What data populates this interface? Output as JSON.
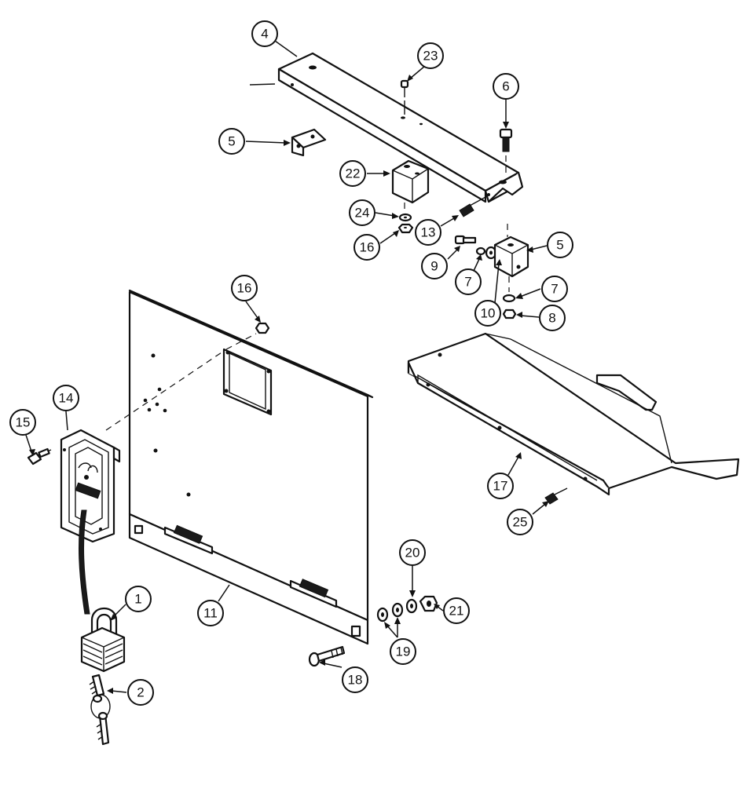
{
  "callouts": [
    {
      "id": "c4",
      "label": "4"
    },
    {
      "id": "c23",
      "label": "23"
    },
    {
      "id": "c6",
      "label": "6"
    },
    {
      "id": "c5a",
      "label": "5"
    },
    {
      "id": "c22",
      "label": "22"
    },
    {
      "id": "c24",
      "label": "24"
    },
    {
      "id": "c16a",
      "label": "16"
    },
    {
      "id": "c13",
      "label": "13"
    },
    {
      "id": "c9",
      "label": "9"
    },
    {
      "id": "c7a",
      "label": "7"
    },
    {
      "id": "c5b",
      "label": "5"
    },
    {
      "id": "c7b",
      "label": "7"
    },
    {
      "id": "c10",
      "label": "10"
    },
    {
      "id": "c8",
      "label": "8"
    },
    {
      "id": "c16b",
      "label": "16"
    },
    {
      "id": "c14",
      "label": "14"
    },
    {
      "id": "c15",
      "label": "15"
    },
    {
      "id": "c17",
      "label": "17"
    },
    {
      "id": "c25",
      "label": "25"
    },
    {
      "id": "c20",
      "label": "20"
    },
    {
      "id": "c21",
      "label": "21"
    },
    {
      "id": "c19",
      "label": "19"
    },
    {
      "id": "c11",
      "label": "11"
    },
    {
      "id": "c18",
      "label": "18"
    },
    {
      "id": "c1",
      "label": "1"
    },
    {
      "id": "c2",
      "label": "2"
    }
  ]
}
